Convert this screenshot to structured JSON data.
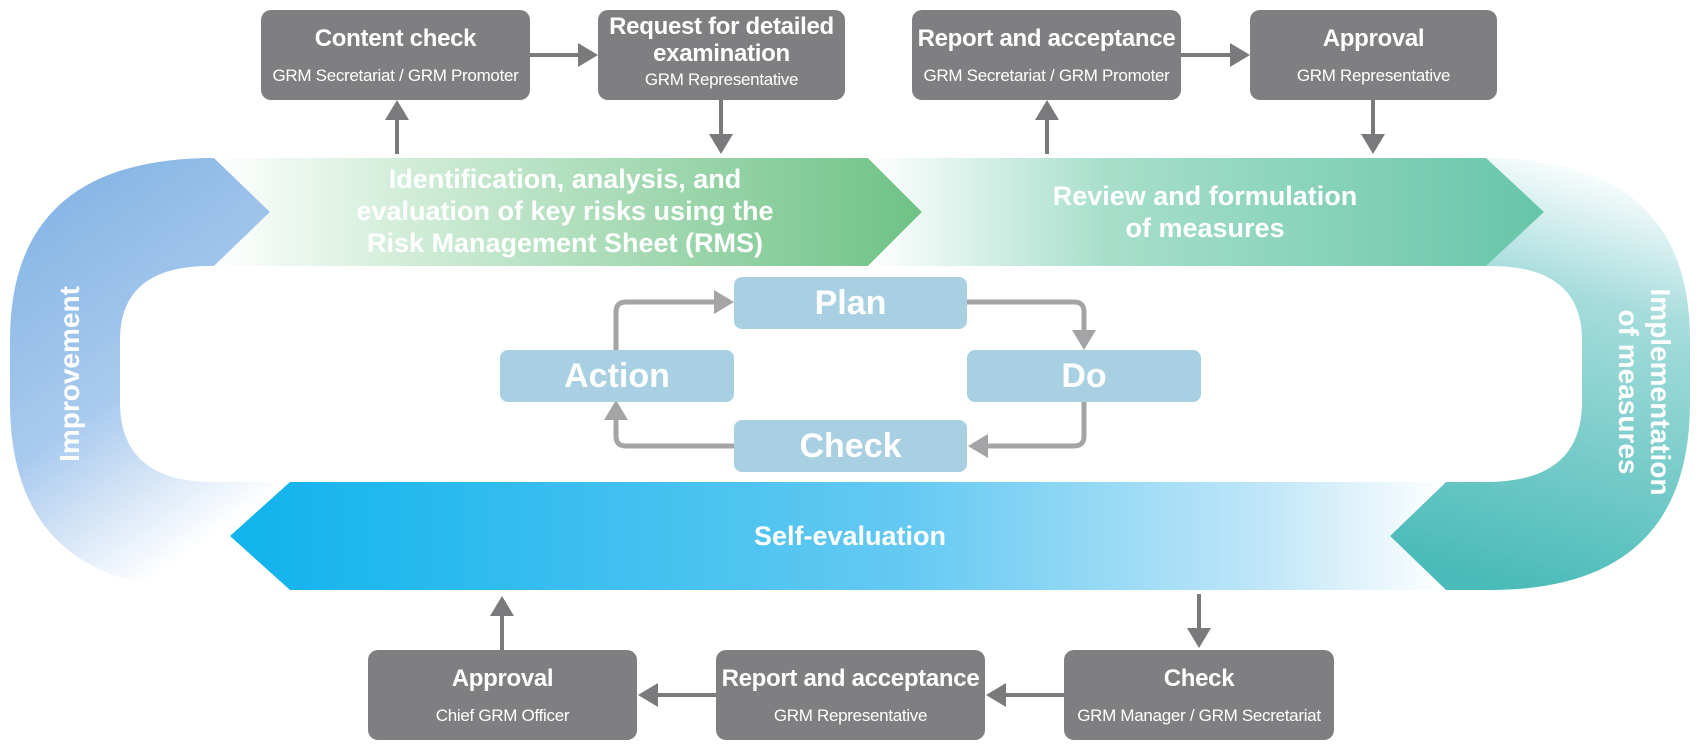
{
  "colors": {
    "box_gray": "#7f7f82",
    "arrow_gray": "#7a7a7c",
    "cycle_box": "#a9d0e2",
    "cycle_arrow": "#a4a4a6",
    "band_top_left": "#6fc286",
    "band_top_right": "#67c6a8",
    "band_bottom": "#1eb9ee",
    "band_left": "#87b5e3",
    "band_right": "#4fbfbf"
  },
  "top_boxes": [
    {
      "title": "Content check",
      "subtitle": "GRM Secretariat / GRM Promoter"
    },
    {
      "title_line1": "Request for detailed",
      "title_line2": "examination",
      "subtitle": "GRM Representative"
    },
    {
      "title": "Report and acceptance",
      "subtitle": "GRM Secretariat / GRM Promoter"
    },
    {
      "title": "Approval",
      "subtitle": "GRM Representative"
    }
  ],
  "bottom_boxes": [
    {
      "title": "Approval",
      "subtitle": "Chief GRM Officer"
    },
    {
      "title": "Report and acceptance",
      "subtitle": "GRM Representative"
    },
    {
      "title": "Check",
      "subtitle": "GRM Manager / GRM Secretariat"
    }
  ],
  "bands": {
    "identification": [
      "Identification, analysis, and",
      "evaluation of key risks using the",
      "Risk Management Sheet (RMS)"
    ],
    "review": [
      "Review and formulation",
      "of measures"
    ],
    "implementation": [
      "Implementation",
      "of measures"
    ],
    "self_evaluation": "Self-evaluation",
    "improvement": "Improvement"
  },
  "pdca": {
    "plan": "Plan",
    "do": "Do",
    "check": "Check",
    "action": "Action"
  }
}
